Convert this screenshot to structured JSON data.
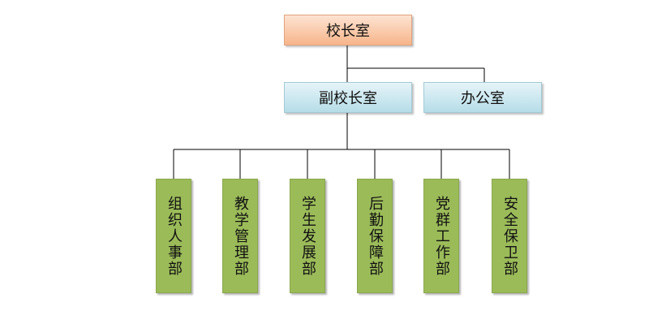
{
  "org_chart": {
    "top": "校长室",
    "vice": "副校长室",
    "office": "办公室",
    "departments": [
      "组织人事部",
      "教学管理部",
      "学生发展部",
      "后勤保障部",
      "党群工作部",
      "安全保卫部"
    ]
  },
  "colors": {
    "top_fill": "#f7b58a",
    "mid_fill": "#b6dde8",
    "dept_fill": "#9bbb59",
    "line": "#000000"
  }
}
